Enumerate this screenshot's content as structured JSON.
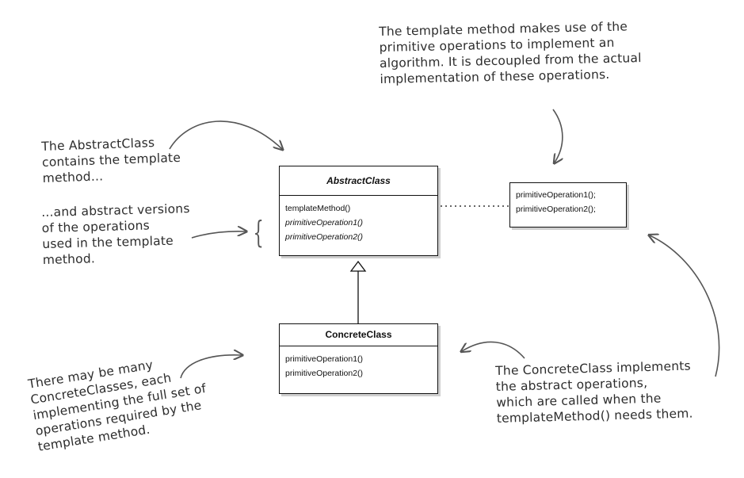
{
  "notes": {
    "template_method_note": "The template method makes use of the\nprimitive operations to implement an\nalgorithm. It is decoupled from the actual\nimplementation of these operations.",
    "abstract_contains_note": "The AbstractClass\ncontains the template\nmethod...",
    "abstract_ops_note": "...and abstract versions\nof the operations\nused in the template\nmethod.",
    "many_concrete_note": "There may be many\nConcreteClasses, each\nimplementing the full set of\noperations required by the\ntemplate method.",
    "concrete_implements_note": "The ConcreteClass implements\nthe abstract operations,\nwhich are called when the\ntemplateMethod() needs them."
  },
  "abstract_class": {
    "name": "AbstractClass",
    "methods": [
      "templateMethod()",
      "primitiveOperation1()",
      "primitiveOperation2()"
    ]
  },
  "concrete_class": {
    "name": "ConcreteClass",
    "methods": [
      "primitiveOperation1()",
      "primitiveOperation2()"
    ]
  },
  "template_method_body": {
    "lines": [
      "primitiveOperation1();",
      "primitiveOperation2();"
    ]
  },
  "colors": {
    "ink": "#111111",
    "handwriting": "#2c2c2c",
    "arrow": "#555555",
    "shadow": "#cfcfcf"
  }
}
